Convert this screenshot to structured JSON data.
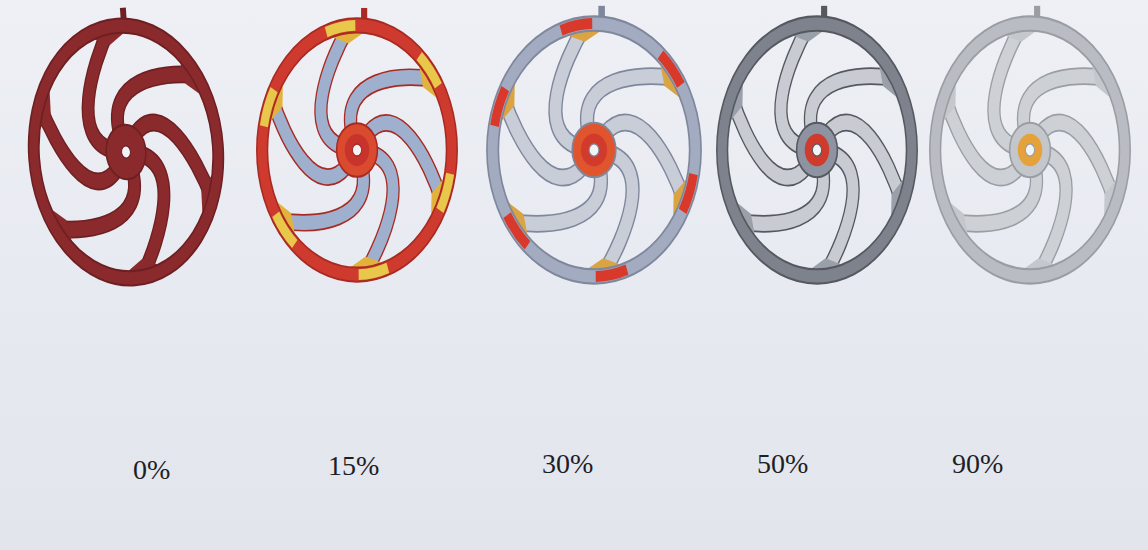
{
  "diagram": {
    "labels": [
      "0%",
      "15%",
      "30%",
      "50%",
      "90%"
    ]
  }
}
